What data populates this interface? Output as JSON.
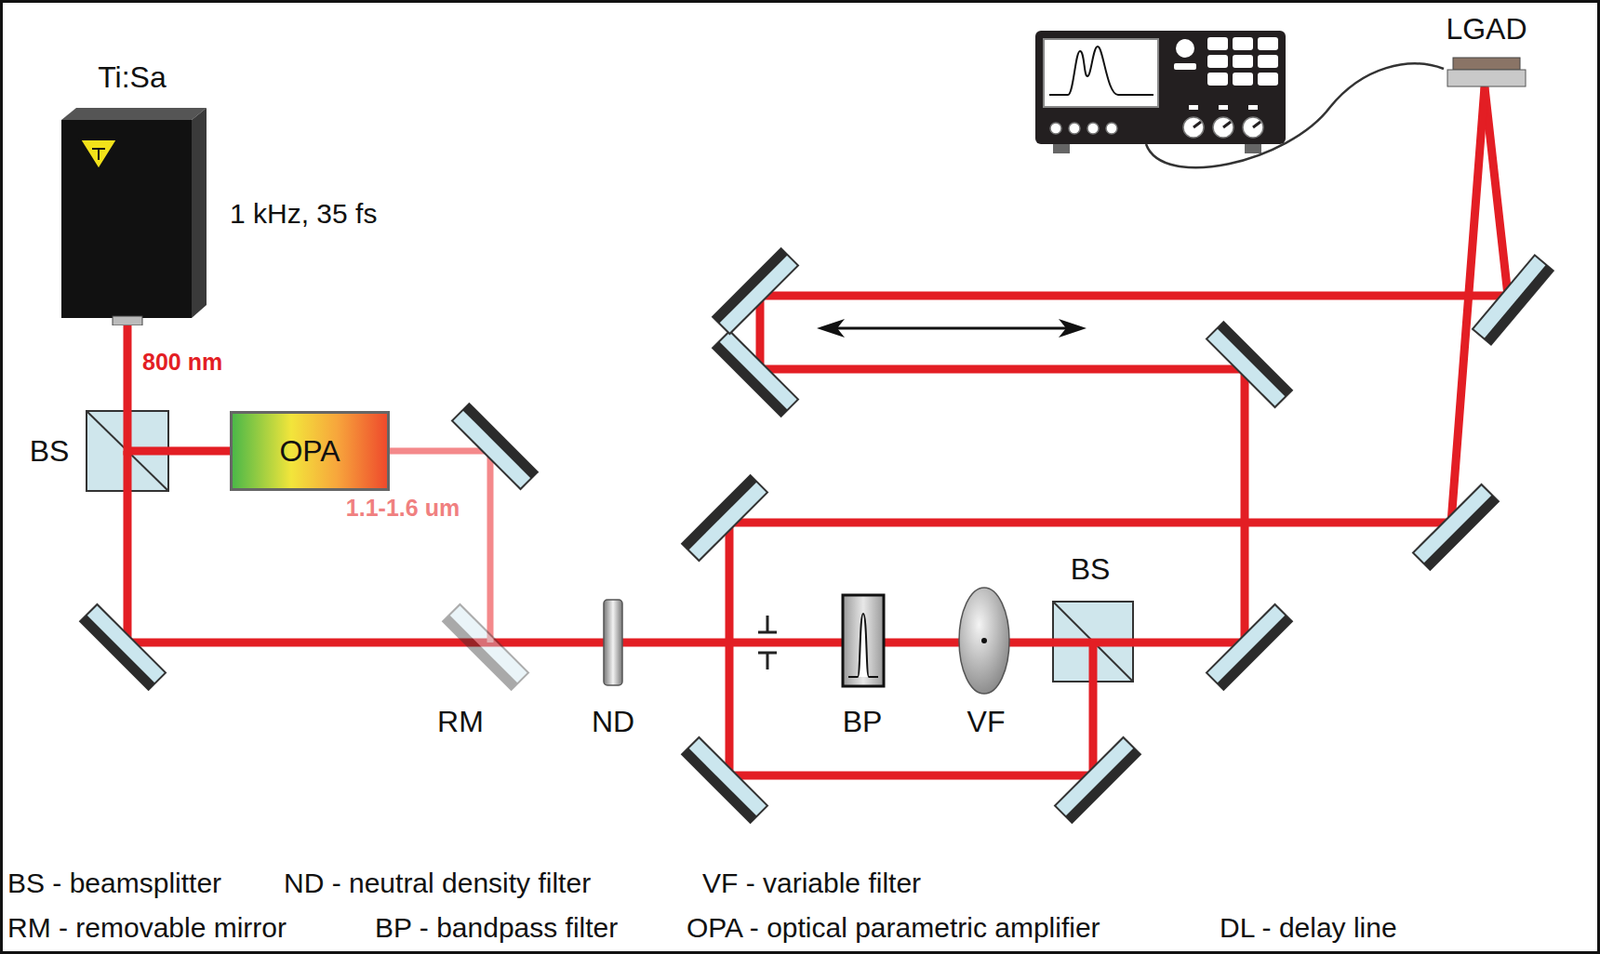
{
  "diagram": {
    "nodes": [
      {
        "text": [
          "Ti:Sa"
        ]
      },
      {
        "text": [
          "OPA"
        ]
      },
      {
        "text": [
          "DL"
        ]
      },
      {
        "text": [
          "LGAD"
        ]
      }
    ],
    "edges": [
      {
        "from": 0,
        "to": 1,
        "arrow": "none"
      },
      {
        "from": 2,
        "to": 3,
        "arrow": "none"
      }
    ],
    "labels": [
      "1 kHz, 35 fs",
      "800 nm",
      "BS",
      "1.1-1.6 um",
      "RM",
      "ND",
      "BP",
      "VF",
      "BS",
      "BS - beamsplitter",
      "ND - neutral density filter",
      "VF - variable filter",
      "RM - removable mirror",
      "BP - bandpass filter",
      "OPA - optical parametric amplifier",
      "DL - delay line"
    ]
  }
}
